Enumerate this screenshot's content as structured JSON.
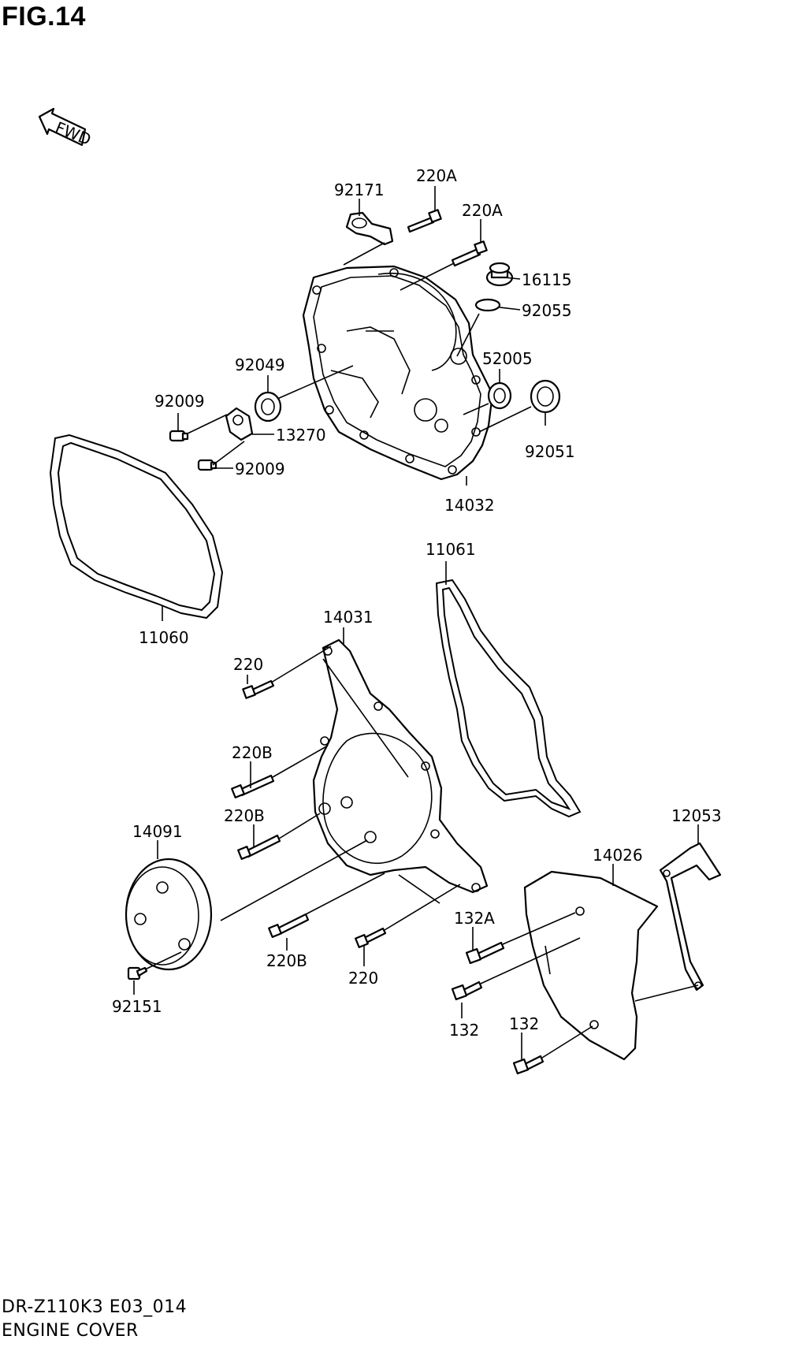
{
  "figure": {
    "title": "FIG.14",
    "fwd_label": "FWD",
    "model_code": "DR-Z110K3 E03_014",
    "caption": "ENGINE COVER"
  },
  "callouts": {
    "p92171": "92171",
    "p220A_1": "220A",
    "p220A_2": "220A",
    "p16115": "16115",
    "p92055": "92055",
    "p92049": "92049",
    "p52005": "52005",
    "p92009_1": "92009",
    "p13270": "13270",
    "p92009_2": "92009",
    "p92051": "92051",
    "p14032": "14032",
    "p11061": "11061",
    "p11060": "11060",
    "p14031": "14031",
    "p220_1": "220",
    "p220B_1": "220B",
    "p220B_2": "220B",
    "p14091": "14091",
    "p12053": "12053",
    "p14026": "14026",
    "p132A": "132A",
    "p220B_3": "220B",
    "p220_2": "220",
    "p92151": "92151",
    "p132_1": "132",
    "p132_2": "132"
  }
}
